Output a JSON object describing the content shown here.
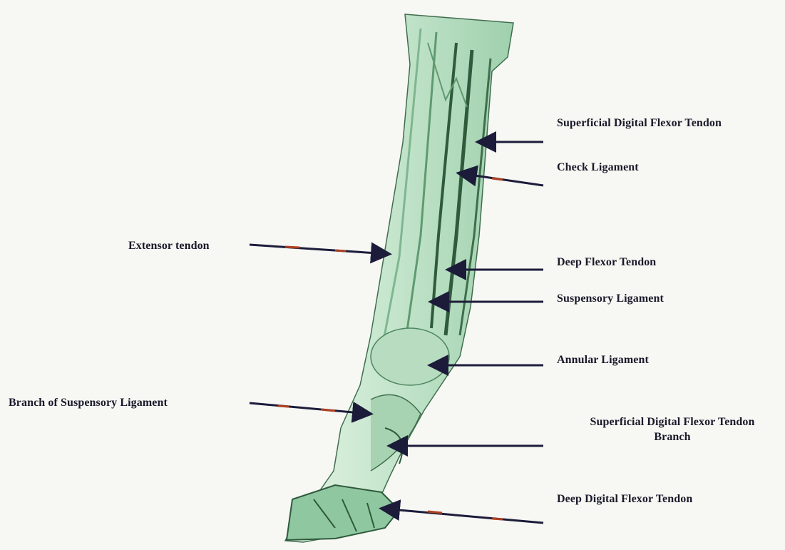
{
  "colors": {
    "background": "#f7f7f4",
    "leg_fill": "#cfe9d4",
    "leg_shade": "#8fc7a0",
    "leg_dark": "#2f5a3c",
    "arrow": "#1c1c3a",
    "arrow_accent": "#b04020"
  },
  "labels": {
    "superficial_flexor": "Superficial Digital Flexor Tendon",
    "check_ligament": "Check Ligament",
    "extensor": "Extensor tendon",
    "deep_flexor": "Deep Flexor Tendon",
    "suspensory": "Suspensory Ligament",
    "annular": "Annular Ligament",
    "branch_suspensory": "Branch of Suspensory Ligament",
    "sdft_branch_line1": "Superficial Digital Flexor Tendon",
    "sdft_branch_line2": "Branch",
    "deep_digital_flexor": "Deep Digital Flexor Tendon"
  }
}
